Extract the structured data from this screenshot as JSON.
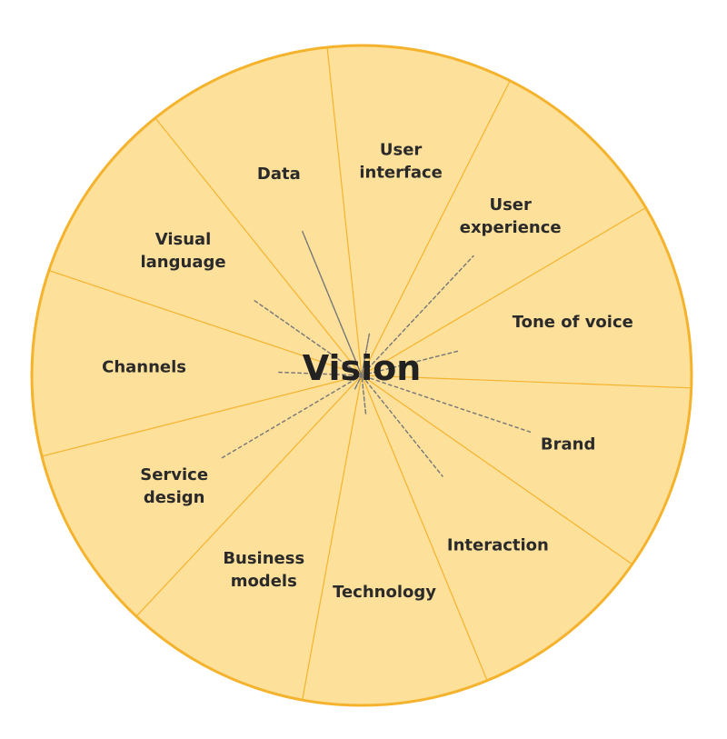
{
  "diagram": {
    "center_label": "Vision",
    "colors": {
      "segment_fill": "#fde09a",
      "outer_ring": "#f5b32d",
      "divider": "#f5b32d",
      "shape_fill": "#fcc44a",
      "shape_outline": "#777777",
      "text": "#2a2a2a"
    },
    "segments": [
      {
        "label_lines": [
          "User",
          "interface"
        ],
        "level": 0.16
      },
      {
        "label_lines": [
          "User",
          "experience"
        ],
        "level": 0.62
      },
      {
        "label_lines": [
          "Tone of voice"
        ],
        "level": 0.38
      },
      {
        "label_lines": [
          "Brand"
        ],
        "level": 0.68
      },
      {
        "label_lines": [
          "Interaction"
        ],
        "level": 0.49
      },
      {
        "label_lines": [
          "Technology"
        ],
        "level": 0.15
      },
      {
        "label_lines": [
          "Business",
          "models"
        ],
        "level": 0.06
      },
      {
        "label_lines": [
          "Service",
          "design"
        ],
        "level": 0.62
      },
      {
        "label_lines": [
          "Channels"
        ],
        "level": 0.32
      },
      {
        "label_lines": [
          "Visual",
          "language"
        ],
        "level": 0.5
      },
      {
        "label_lines": [
          "Data"
        ],
        "level": 0.59
      }
    ]
  }
}
